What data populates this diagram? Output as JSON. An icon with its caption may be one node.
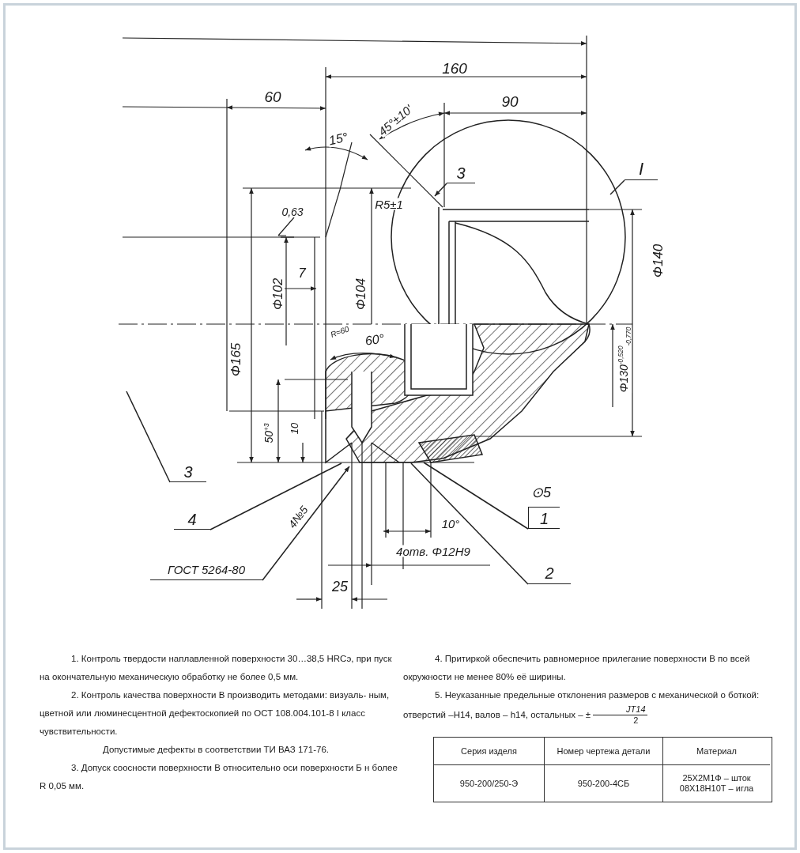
{
  "diagram": {
    "nodes": [
      {
        "text": [
          "3"
        ]
      },
      {
        "text": [
          "I"
        ]
      },
      {
        "text": [
          "3"
        ]
      },
      {
        "text": [
          "4"
        ]
      },
      {
        "text": [
          "ГОСТ 5264-80"
        ]
      },
      {
        "text": [
          "1"
        ],
        "beside": [
          "⊙5"
        ]
      },
      {
        "text": [
          "2"
        ]
      }
    ],
    "edges": [
      {
        "from": 0,
        "to": null,
        "arrow": "to"
      },
      {
        "from": 1,
        "to": null,
        "arrow": "none"
      },
      {
        "from": 2,
        "to": null,
        "arrow": "none"
      },
      {
        "from": 3,
        "to": null,
        "arrow": "none"
      },
      {
        "from": 4,
        "to": null,
        "arrow": "to",
        "label": "4№5"
      },
      {
        "from": 5,
        "to": null,
        "arrow": "none"
      },
      {
        "from": 6,
        "to": null,
        "arrow": "none"
      }
    ],
    "labels": [
      "160",
      "60",
      "45°±10'",
      "90",
      "15°",
      "0,63",
      "R5±1",
      "Φ102",
      "7",
      "Φ104",
      "Φ165",
      "R≈60",
      "60°",
      "Φ130$^{-0,520}$$_{-0,770}$",
      "Φ140",
      "50$^{+3}$",
      "10",
      "10°",
      "4отв. Φ12H9",
      "25",
      "1. Контроль твердости наплавленной поверхности 30…38,5 HRCэ, при пуск на окончательную механическую обработку не более 0,5 мм.",
      "2. Контроль качества поверхности В производить методами: визуаль- ным, цветной или люминесцентной дефектоскопией по ОСТ 108.004.101-8 I класс чувствительности.",
      "Допустимые дефекты в соответствии ТИ ВАЗ 171-76.",
      "3. Допуск соосности поверхности В относительно оси поверхности Б н более R 0,05 мм.",
      "4. Притиркой обеспечить равномерное прилегание поверхности В по всей окружности не менее 80% её ширины.",
      "5. Неуказанные предельные отклонения размеров с механической о боткой: отверстий –Н14, валов – h14, остальных – ±",
      "JT14",
      "2",
      "Серия изделя",
      "Номер чертежа детали",
      "Материал",
      "950-200/250-Э",
      "950-200-4СБ",
      "25Х2М1Ф – шток 08Х18Н10Т – игла"
    ]
  }
}
